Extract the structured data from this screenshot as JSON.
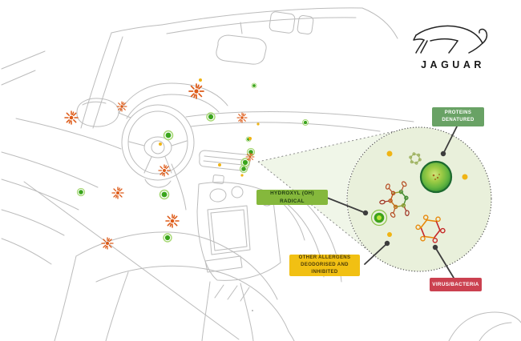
{
  "brand": {
    "wordmark": "JAGUAR",
    "leaper_icon": "leaping-jaguar"
  },
  "callouts": {
    "proteins": {
      "line1": "PROTEINS",
      "line2": "DENATURED",
      "bg": "#69a265",
      "fg": "#ffffff"
    },
    "hydroxyl": {
      "line1": "HYDROXYL (OH) RADICAL",
      "bg": "#85b83c",
      "fg": "#1e3c11"
    },
    "allergens": {
      "line1": "OTHER ALLERGENS",
      "line2": "DEODORISED AND INHIBITED",
      "bg": "#f1c013",
      "fg": "#4a3a08"
    },
    "virus": {
      "line1": "VIRUS/BACTERIA",
      "bg": "#cb4150",
      "fg": "#ffffff"
    }
  },
  "palette": {
    "lens_fill": "#e9f0db",
    "lens_border": "#555555",
    "beam_fill": "rgba(164,196,110,0.16)",
    "sketch_line": "#bcbcbc",
    "connector": "#3d3d3d",
    "hydroxyl_green": "#3da21c",
    "virus_orange": "#dd5a17",
    "allergen_yellow": "#f0b414",
    "protein_ring_green": "#1d6a2f",
    "molecule_red": "#c62828",
    "molecule_orange": "#e8890c"
  },
  "scene": {
    "particles": {
      "green": [
        [
          317,
          107,
          3
        ],
        [
          263,
          146,
          5
        ],
        [
          210,
          169,
          5.5
        ],
        [
          313,
          190,
          4.5
        ],
        [
          306,
          203,
          5
        ],
        [
          304,
          211,
          4.5
        ],
        [
          310,
          174,
          3
        ],
        [
          101,
          240,
          4.5
        ],
        [
          205,
          243,
          5.5
        ],
        [
          209,
          297,
          5
        ],
        [
          381,
          153,
          3.5
        ]
      ],
      "orange": [
        [
          245,
          114,
          9
        ],
        [
          152,
          133,
          6
        ],
        [
          89,
          147,
          8
        ],
        [
          302,
          147,
          6
        ],
        [
          205,
          213,
          7
        ],
        [
          147,
          241,
          7
        ],
        [
          215,
          276,
          8
        ],
        [
          134,
          304,
          7
        ],
        [
          312,
          196,
          5
        ]
      ],
      "yellow": [
        [
          250,
          100,
          2
        ],
        [
          312,
          173,
          2
        ],
        [
          200,
          180,
          2
        ],
        [
          274,
          206,
          2
        ],
        [
          302,
          219,
          1.6
        ],
        [
          322,
          155,
          1.6
        ],
        [
          486,
          192,
          3.5
        ],
        [
          580,
          221,
          3.5
        ],
        [
          486,
          293,
          3
        ]
      ]
    }
  }
}
